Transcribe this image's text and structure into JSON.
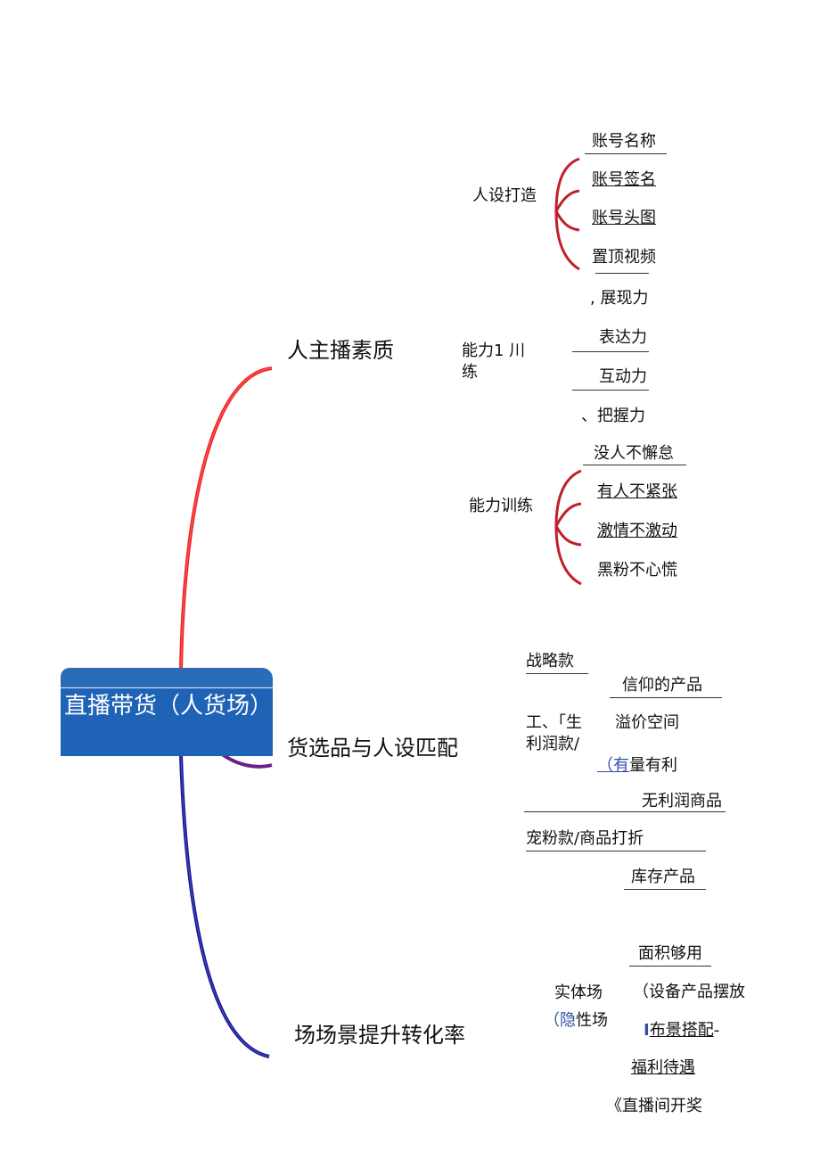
{
  "central_topic": {
    "label": "直播带货（人货场）"
  },
  "branches": {
    "anchor": {
      "label": "人主播素质",
      "color": "#ee1c1c",
      "persona": {
        "label": "人设打造",
        "items": [
          "账号名称",
          "账号签名",
          "账号头图",
          "置顶视频"
        ]
      },
      "ability_1": {
        "label_line1": "能力1  川",
        "label_line2": "练",
        "items": [
          ", 展现力",
          "表达力",
          "互动力",
          "、把握力"
        ]
      },
      "ability_2": {
        "label": "能力训练",
        "items": [
          "没人不懈怠",
          "有人不紧张",
          "激情不激动",
          "黑粉不心慌"
        ]
      }
    },
    "product": {
      "label": "货选品与人设匹配",
      "color": "#7a1f8a",
      "items": {
        "strategic": "战略款",
        "belief": "信仰的产品",
        "profit_line1": "工、「生",
        "profit_line2": "利润款/",
        "premium": "溢价空间",
        "volume_paren": "（有",
        "volume_rest": "量有利",
        "no_profit": "无利润商品",
        "fan": "宠粉款/商品打折",
        "stock": "库存产品"
      }
    },
    "scene": {
      "label": "场场景提升转化率",
      "color": "#1a1aa0",
      "items": {
        "physical": "实体场",
        "hidden_paren": "（隐",
        "hidden_rest": "性场",
        "area": "面积够用",
        "equipment": "（设备产品摆放",
        "layout_mark": "I",
        "layout": "布景搭配",
        "layout_tail": "-",
        "welfare": "福利待遇",
        "lottery": "《直播间开奖"
      }
    }
  }
}
